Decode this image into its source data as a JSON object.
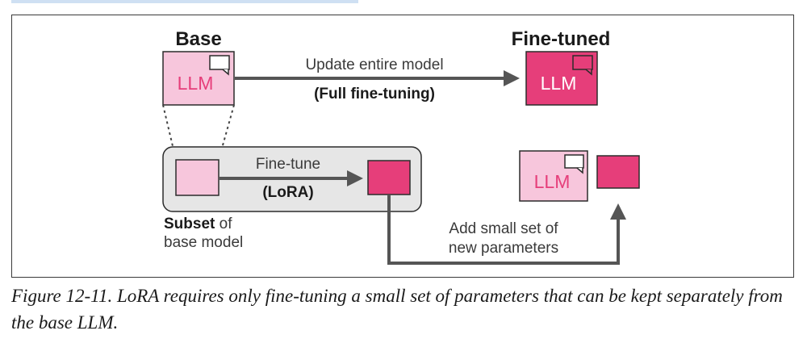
{
  "diagram": {
    "base_title": "Base",
    "finetuned_title": "Fine-tuned",
    "llm_label": "LLM",
    "full_top": "Update entire model",
    "full_bottom": "(Full fine-tuning)",
    "lora_top": "Fine-tune",
    "lora_bottom": "(LoRA)",
    "subset_bold": "Subset",
    "subset_rest": " of",
    "subset_line2": "base model",
    "add_line1": "Add small set of",
    "add_line2": "new parameters"
  },
  "colors": {
    "light_pink": "#f7c6dc",
    "dark_pink": "#e63e7a",
    "gray_panel": "#e6e6e6",
    "arrow": "#555555",
    "outline": "#2b2b2b"
  },
  "caption": "Figure 12-11. LoRA requires only fine-tuning a small set of parameters that can be kept separately from the base LLM."
}
